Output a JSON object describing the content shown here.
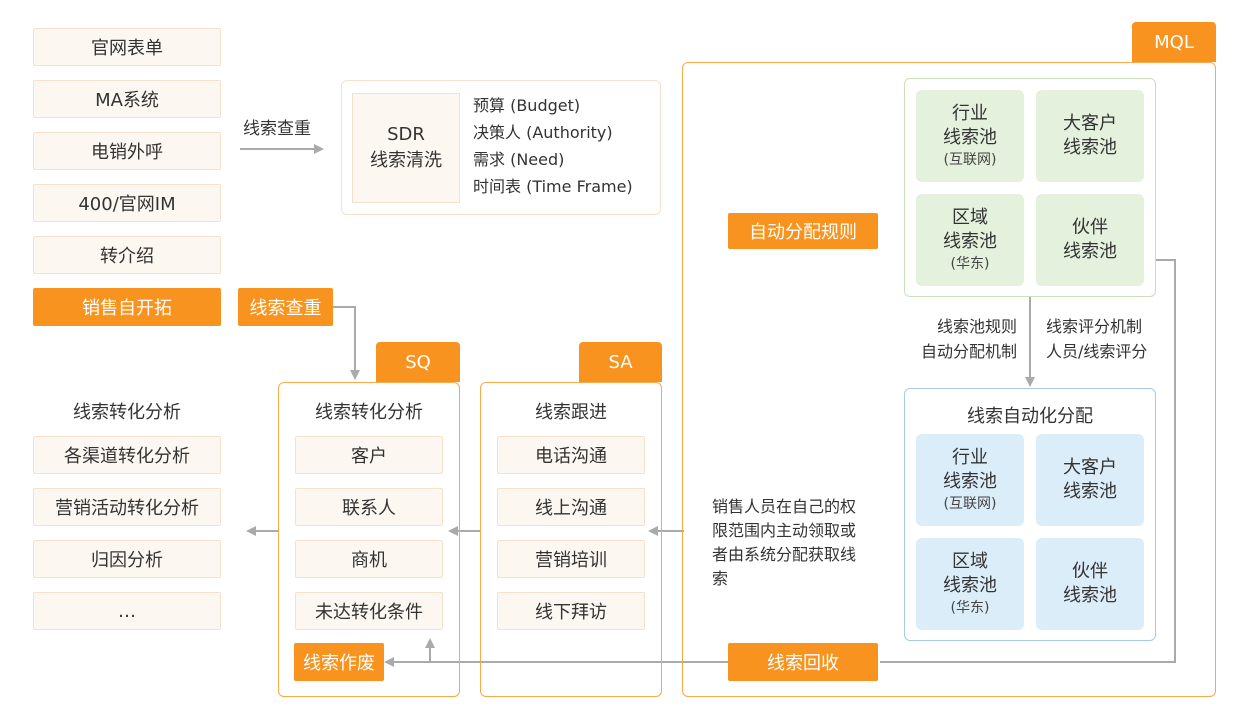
{
  "sources": [
    "官网表单",
    "MA系统",
    "电销外呼",
    "400/官网IM",
    "转介绍",
    "销售自开拓"
  ],
  "dedupe_top": "线索查重",
  "dedupe_bottom": "线索查重",
  "sdr": {
    "title_line1": "SDR",
    "title_line2": "线索清洗",
    "criteria": [
      "预算 (Budget)",
      "决策人 (Authority)",
      "需求 (Need)",
      "时间表 (Time Frame)"
    ]
  },
  "mql": {
    "tab": "MQL",
    "rule_label": "自动分配规则",
    "pools_top": [
      {
        "line1": "行业",
        "line2": "线索池",
        "sub": "(互联网)"
      },
      {
        "line1": "大客户",
        "line2": "线索池",
        "sub": ""
      },
      {
        "line1": "区域",
        "line2": "线索池",
        "sub": "(华东)"
      },
      {
        "line1": "伙伴",
        "line2": "线索池",
        "sub": ""
      }
    ],
    "mid_left": [
      "线索池规则",
      "自动分配机制"
    ],
    "mid_right": [
      "线索评分机制",
      "人员/线索评分"
    ],
    "auto_title": "线索自动化分配",
    "pools_bottom": [
      {
        "line1": "行业",
        "line2": "线索池",
        "sub": "(互联网)"
      },
      {
        "line1": "大客户",
        "line2": "线索池",
        "sub": ""
      },
      {
        "line1": "区域",
        "line2": "线索池",
        "sub": "(华东)"
      },
      {
        "line1": "伙伴",
        "line2": "线索池",
        "sub": ""
      }
    ],
    "recycle": "线索回收"
  },
  "sales_note": [
    "销售人员在自己的权",
    "限范围内主动领取或",
    "者由系统分配获取线",
    "索"
  ],
  "sa": {
    "tab": "SA",
    "title": "线索跟进",
    "items": [
      "电话沟通",
      "线上沟通",
      "营销培训",
      "线下拜访"
    ]
  },
  "sq": {
    "tab": "SQ",
    "title": "线索转化分析",
    "items": [
      "客户",
      "联系人",
      "商机",
      "未达转化条件"
    ],
    "invalid": "线索作废"
  },
  "analysis": {
    "title": "线索转化分析",
    "items": [
      "各渠道转化分析",
      "营销活动转化分析",
      "归因分析",
      "…"
    ]
  },
  "colors": {
    "accent": "#f7931e",
    "card": "#fdf7f2",
    "green": "#e3f1dd",
    "blue": "#dcedfa",
    "arrow": "#aaaaaa"
  }
}
